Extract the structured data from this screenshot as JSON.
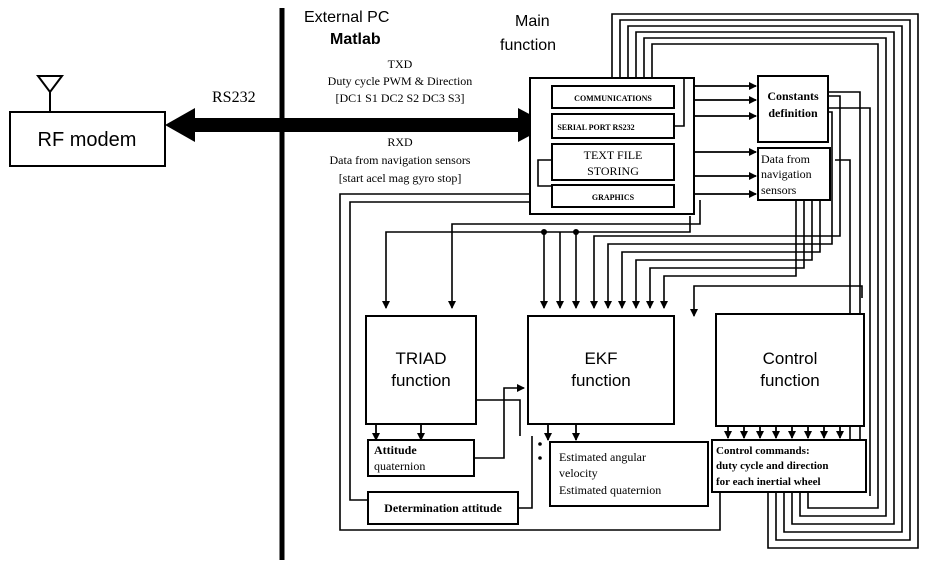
{
  "diagram": {
    "external_pc": {
      "line1": "External PC",
      "line2": "Matlab"
    },
    "main_function": {
      "line1": "Main",
      "line2": "function"
    },
    "rs232_label": "RS232",
    "rf_modem": "RF modem",
    "txd": {
      "title": "TXD",
      "line1": "Duty cycle PWM & Direction",
      "line2": "[DC1 S1 DC2 S2 DC3 S3]"
    },
    "rxd": {
      "title": "RXD",
      "line1": "Data from navigation sensors",
      "line2": "[start acel mag gyro stop]"
    },
    "modules": {
      "communications": "COMMUNICATIONS",
      "serial_port": "SERIAL PORT RS232",
      "text_file_line1": "TEXT FILE",
      "text_file_line2": "STORING",
      "graphics": "GRAPHICS"
    },
    "constants": {
      "line1": "Constants",
      "line2": "definition"
    },
    "nav_data": {
      "line1": "Data from",
      "line2": "navigation",
      "line3": "sensors"
    },
    "triad": {
      "line1": "TRIAD",
      "line2": "function"
    },
    "ekf": {
      "line1": "EKF",
      "line2": "function"
    },
    "control": {
      "line1": "Control",
      "line2": "function"
    },
    "attitude": {
      "line1": "Attitude",
      "line2": "quaternion"
    },
    "determination": "Determination attitude",
    "estimated": {
      "line1": "Estimated angular",
      "line2": "velocity",
      "line3": "Estimated quaternion"
    },
    "control_commands": {
      "line1": "Control commands:",
      "line2": "duty cycle and direction",
      "line3": "for each inertial wheel"
    }
  }
}
